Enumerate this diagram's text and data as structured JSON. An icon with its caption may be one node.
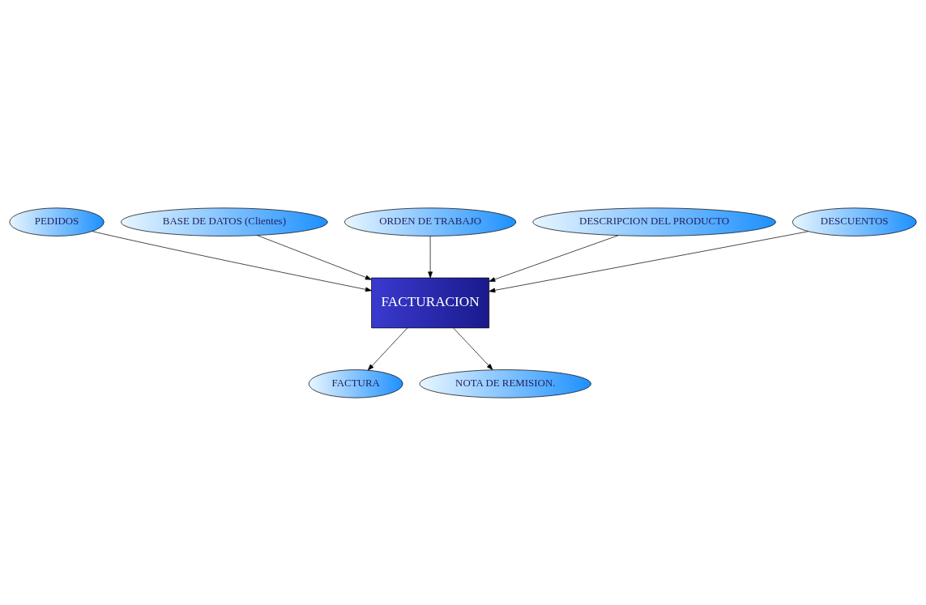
{
  "diagram": {
    "nodes": [
      {
        "text": [
          "PEDIDOS"
        ]
      },
      {
        "text": [
          "BASE DE DATOS (Clientes)"
        ]
      },
      {
        "text": [
          "ORDEN DE TRABAJO"
        ]
      },
      {
        "text": [
          "DESCRIPCION DEL PRODUCTO"
        ]
      },
      {
        "text": [
          "DESCUENTOS"
        ]
      },
      {
        "text": [
          "FACTURACION"
        ]
      },
      {
        "text": [
          "FACTURA"
        ]
      },
      {
        "text": [
          "NOTA DE REMISION."
        ]
      }
    ],
    "edges": [
      {
        "from": 0,
        "to": 5,
        "arrow": "to"
      },
      {
        "from": 1,
        "to": 5,
        "arrow": "to"
      },
      {
        "from": 2,
        "to": 5,
        "arrow": "to"
      },
      {
        "from": 3,
        "to": 5,
        "arrow": "to"
      },
      {
        "from": 4,
        "to": 5,
        "arrow": "to"
      },
      {
        "from": 5,
        "to": 6,
        "arrow": "to"
      },
      {
        "from": 5,
        "to": 7,
        "arrow": "to"
      }
    ]
  }
}
